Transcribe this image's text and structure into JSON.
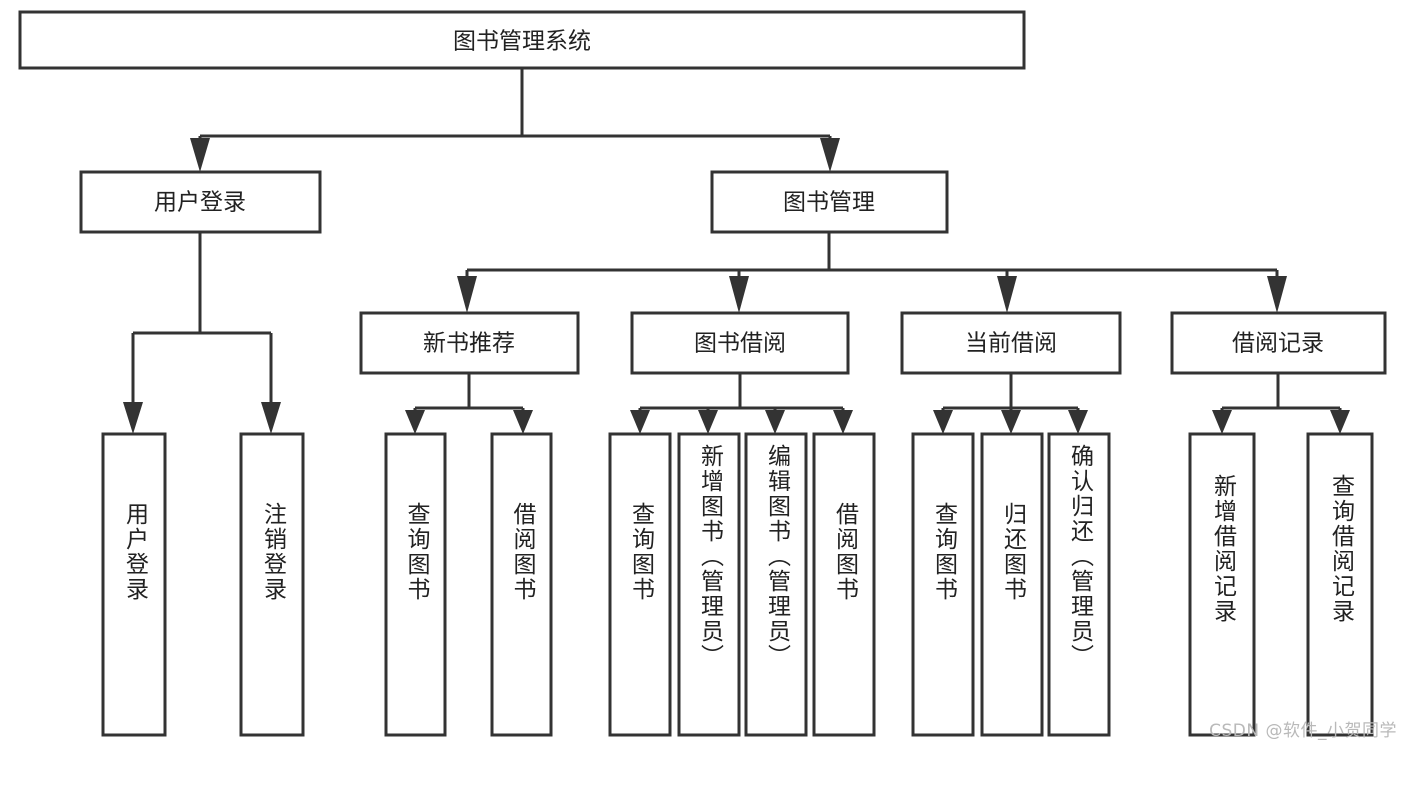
{
  "diagram": {
    "title": "图书管理系统",
    "type": "tree-hierarchy",
    "root": {
      "label": "图书管理系统"
    },
    "level1": [
      {
        "label": "用户登录"
      },
      {
        "label": "图书管理"
      }
    ],
    "level2": [
      {
        "label": "新书推荐",
        "parent": "图书管理"
      },
      {
        "label": "图书借阅",
        "parent": "图书管理"
      },
      {
        "label": "当前借阅",
        "parent": "图书管理"
      },
      {
        "label": "借阅记录",
        "parent": "图书管理"
      }
    ],
    "leaves": {
      "用户登录": [
        {
          "label": "用户登录"
        },
        {
          "label": "注销登录"
        }
      ],
      "新书推荐": [
        {
          "label": "查询图书"
        },
        {
          "label": "借阅图书"
        }
      ],
      "图书借阅": [
        {
          "label": "查询图书"
        },
        {
          "label": "新增图书（管理员）"
        },
        {
          "label": "编辑图书（管理员）"
        },
        {
          "label": "借阅图书"
        }
      ],
      "当前借阅": [
        {
          "label": "查询图书"
        },
        {
          "label": "归还图书"
        },
        {
          "label": "确认归还（管理员）"
        }
      ],
      "借阅记录": [
        {
          "label": "新增借阅记录"
        },
        {
          "label": "查询借阅记录"
        }
      ]
    }
  },
  "watermark": {
    "text": "CSDN @软件_小贺同学"
  },
  "colors": {
    "stroke": "#333333",
    "fill": "#ffffff",
    "text": "#222222",
    "watermark": "#b9b9b9"
  }
}
